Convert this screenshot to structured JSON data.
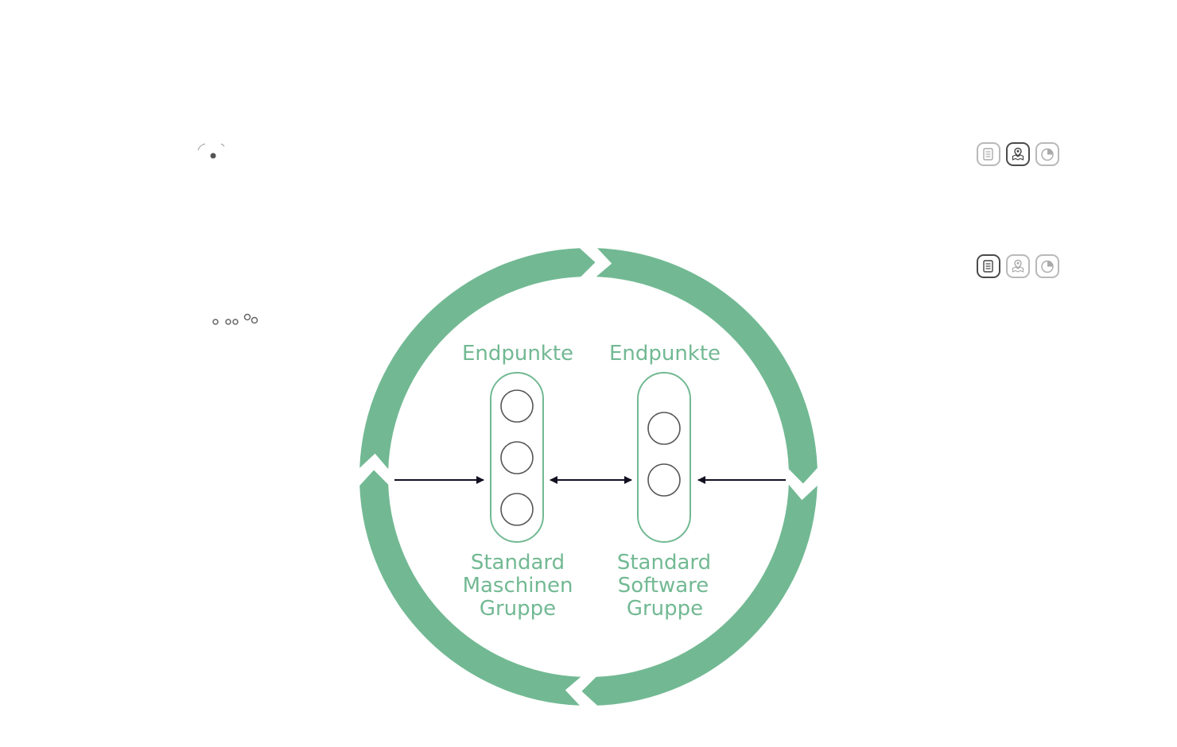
{
  "diagram": {
    "left_group": {
      "title": "Endpunkte",
      "caption_lines": [
        "Standard",
        "Maschinen",
        "Gruppe"
      ],
      "endpoint_count": 3
    },
    "right_group": {
      "title": "Endpunkte",
      "caption_lines": [
        "Standard",
        "Software",
        "Gruppe"
      ],
      "endpoint_count": 2
    },
    "colors": {
      "accent": "#72b993",
      "arrow": "#111122",
      "endpoint_stroke": "#555555"
    }
  },
  "toolbars": [
    {
      "buttons": [
        {
          "icon": "document-icon",
          "active": false
        },
        {
          "icon": "map-pin-icon",
          "active": true
        },
        {
          "icon": "pie-chart-icon",
          "active": false
        }
      ]
    },
    {
      "buttons": [
        {
          "icon": "document-icon",
          "active": true
        },
        {
          "icon": "map-pin-icon",
          "active": false
        },
        {
          "icon": "pie-chart-icon",
          "active": false
        }
      ]
    }
  ]
}
